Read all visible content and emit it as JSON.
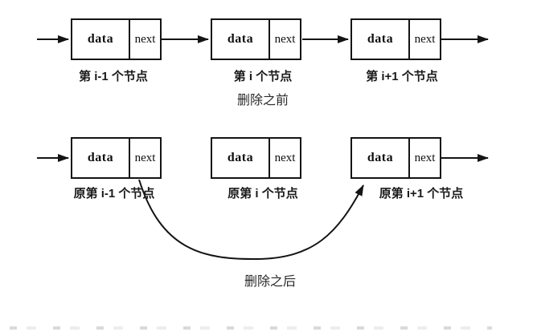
{
  "diagram": {
    "before": {
      "caption": "删除之前",
      "nodes": [
        {
          "data": "data",
          "next": "next",
          "label": "第 i-1 个节点"
        },
        {
          "data": "data",
          "next": "next",
          "label": "第 i 个节点"
        },
        {
          "data": "data",
          "next": "next",
          "label": "第 i+1 个节点"
        }
      ]
    },
    "after": {
      "caption": "删除之后",
      "nodes": [
        {
          "data": "data",
          "next": "next",
          "label": "原第 i-1 个节点"
        },
        {
          "data": "data",
          "next": "next",
          "label": "原第 i 个节点"
        },
        {
          "data": "data",
          "next": "next",
          "label": "原第 i+1 个节点"
        }
      ]
    },
    "colors": {
      "line": "#141414",
      "text": "#1a1a1a",
      "background": "#ffffff"
    }
  }
}
